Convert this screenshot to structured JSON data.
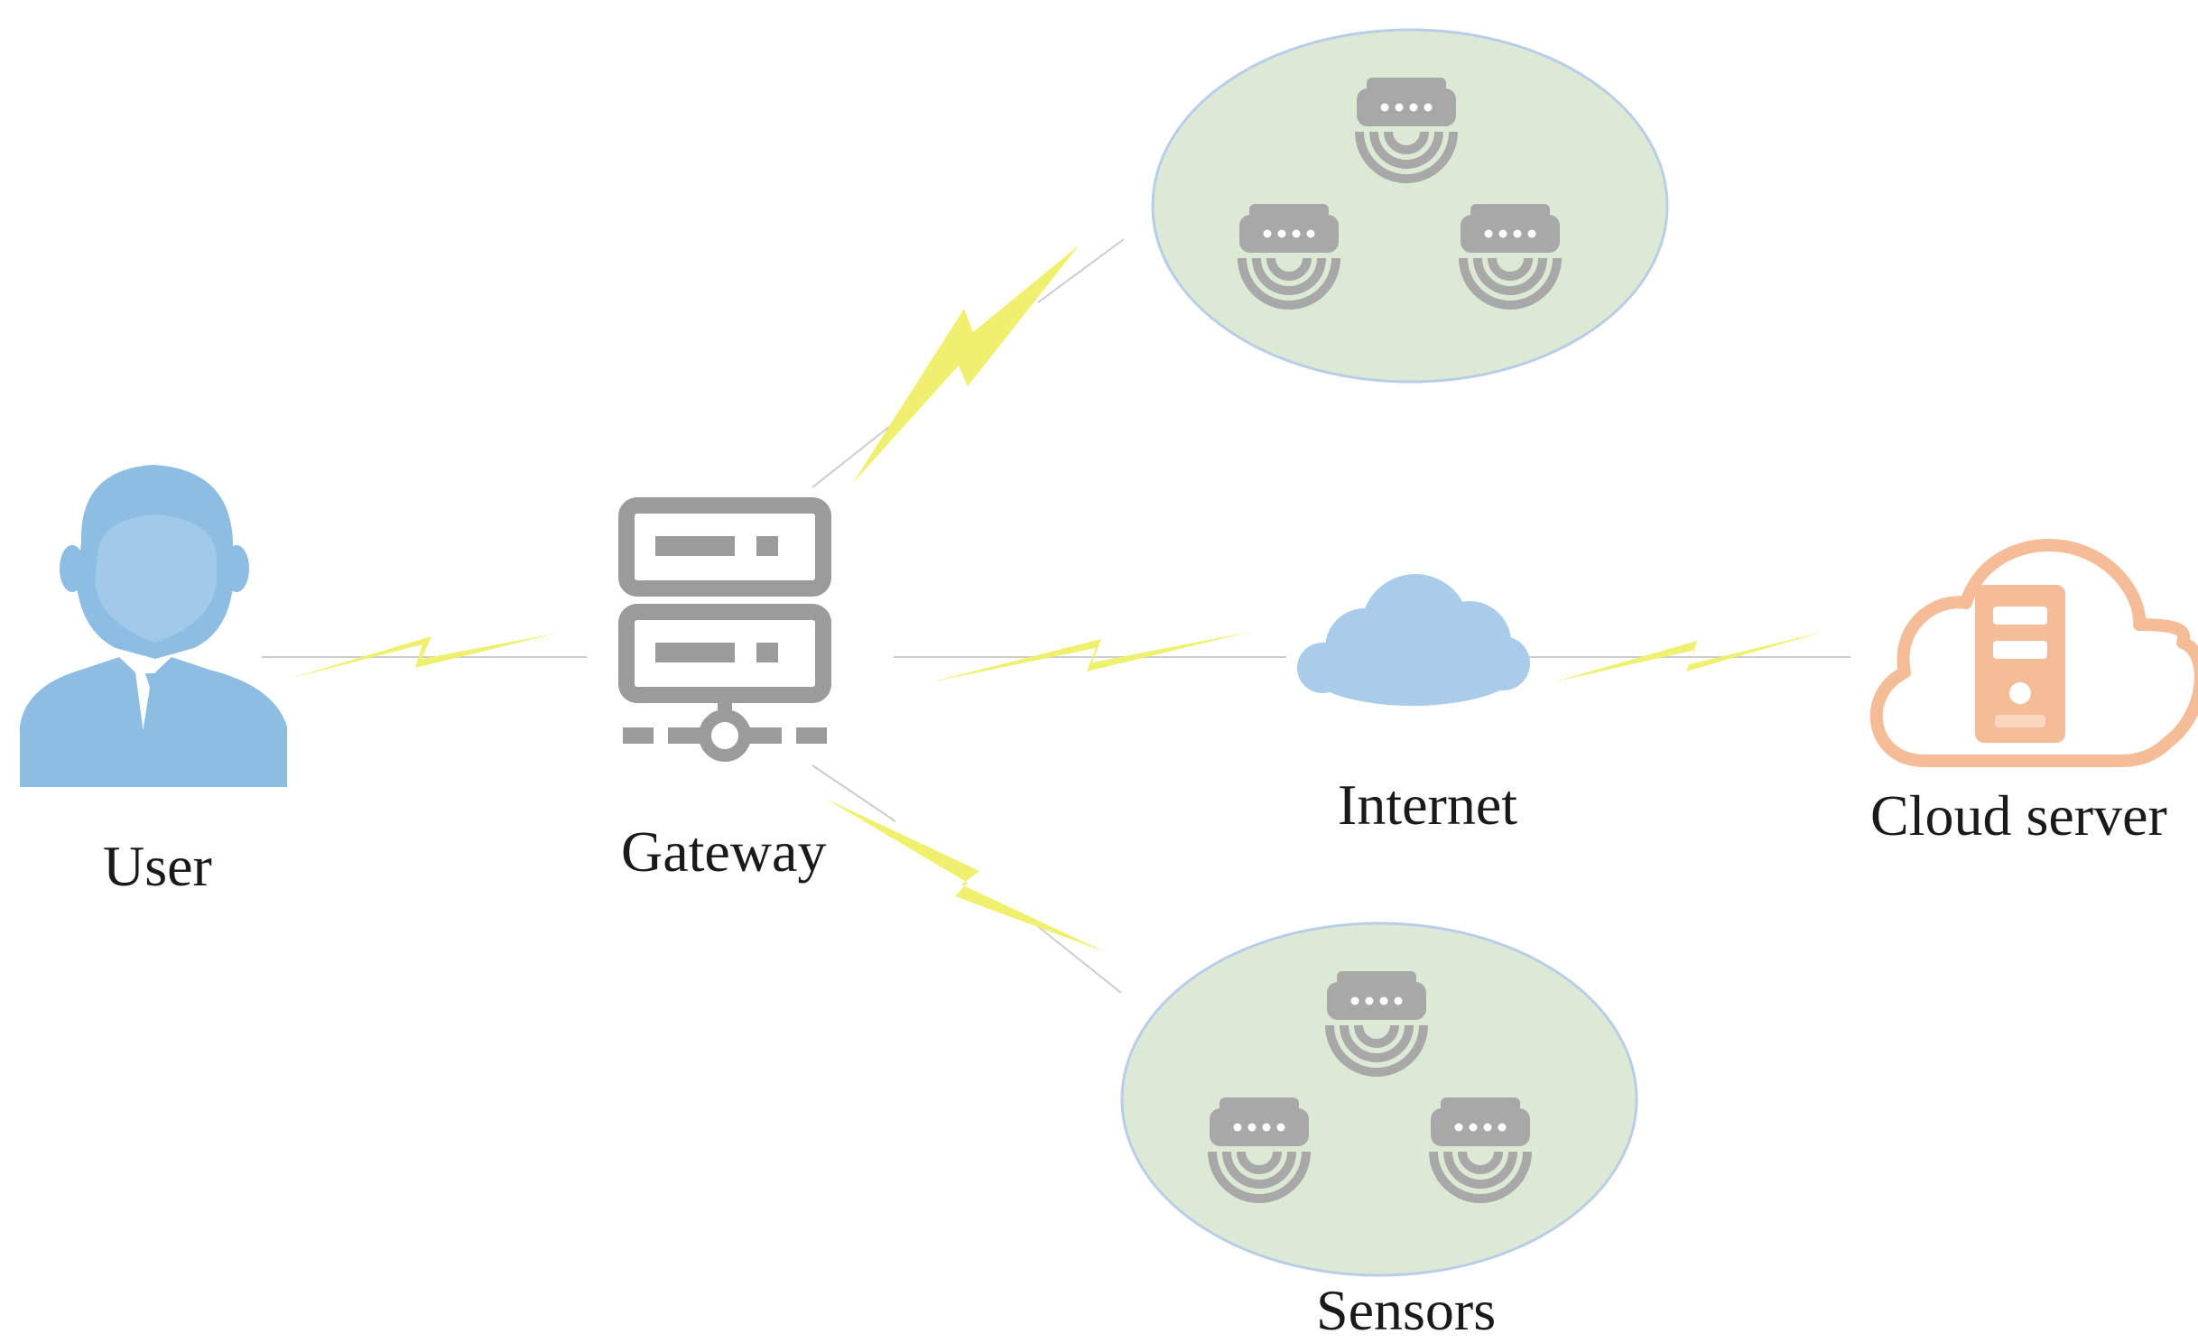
{
  "labels": {
    "user": "User",
    "gateway": "Gateway",
    "internet": "Internet",
    "cloud_server": "Cloud server",
    "sensors": "Sensors"
  },
  "icons": {
    "user": "user-icon",
    "gateway": "gateway-server-icon",
    "internet": "internet-cloud-icon",
    "cloud_server": "cloud-server-icon",
    "sensor": "sensor-icon",
    "wireless_link": "lightning-bolt-icon"
  },
  "colors": {
    "user": "#8dbde3",
    "gateway": "#9b9b9b",
    "sensor": "#a8a8a8",
    "sensor_group_fill": "#dcead5",
    "sensor_group_stroke": "#b9cde8",
    "internet": "#a9ccea",
    "cloud_server": "#f5bc98",
    "bolt": "#eef06e",
    "link_line": "#cccccc"
  }
}
